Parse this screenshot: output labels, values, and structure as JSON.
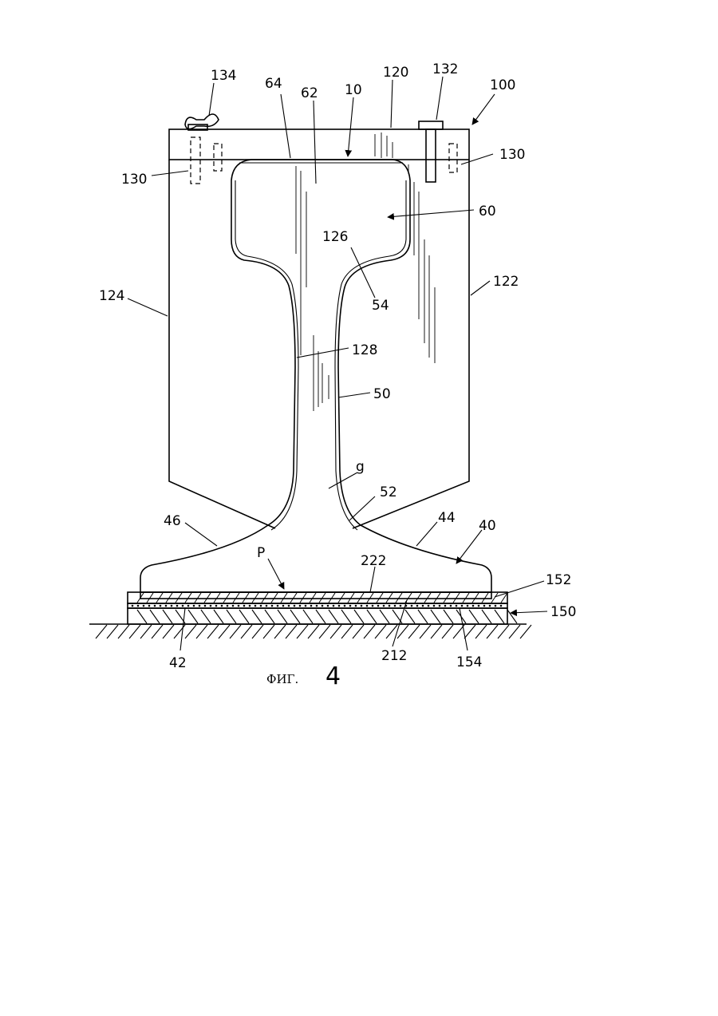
{
  "figure": {
    "caption_prefix": "ФИГ.",
    "caption_number": "4",
    "reference_labels": {
      "r134": "134",
      "r64": "64",
      "r62": "62",
      "r10": "10",
      "r120": "120",
      "r132": "132",
      "r100": "100",
      "r130_left": "130",
      "r130_right": "130",
      "r60": "60",
      "r126": "126",
      "r54": "54",
      "r122": "122",
      "r124": "124",
      "r128": "128",
      "r50": "50",
      "rg": "g",
      "r52": "52",
      "r46": "46",
      "r44": "44",
      "r40": "40",
      "rP": "P",
      "r222": "222",
      "r152": "152",
      "r150": "150",
      "r42": "42",
      "r212": "212",
      "r154": "154"
    }
  }
}
